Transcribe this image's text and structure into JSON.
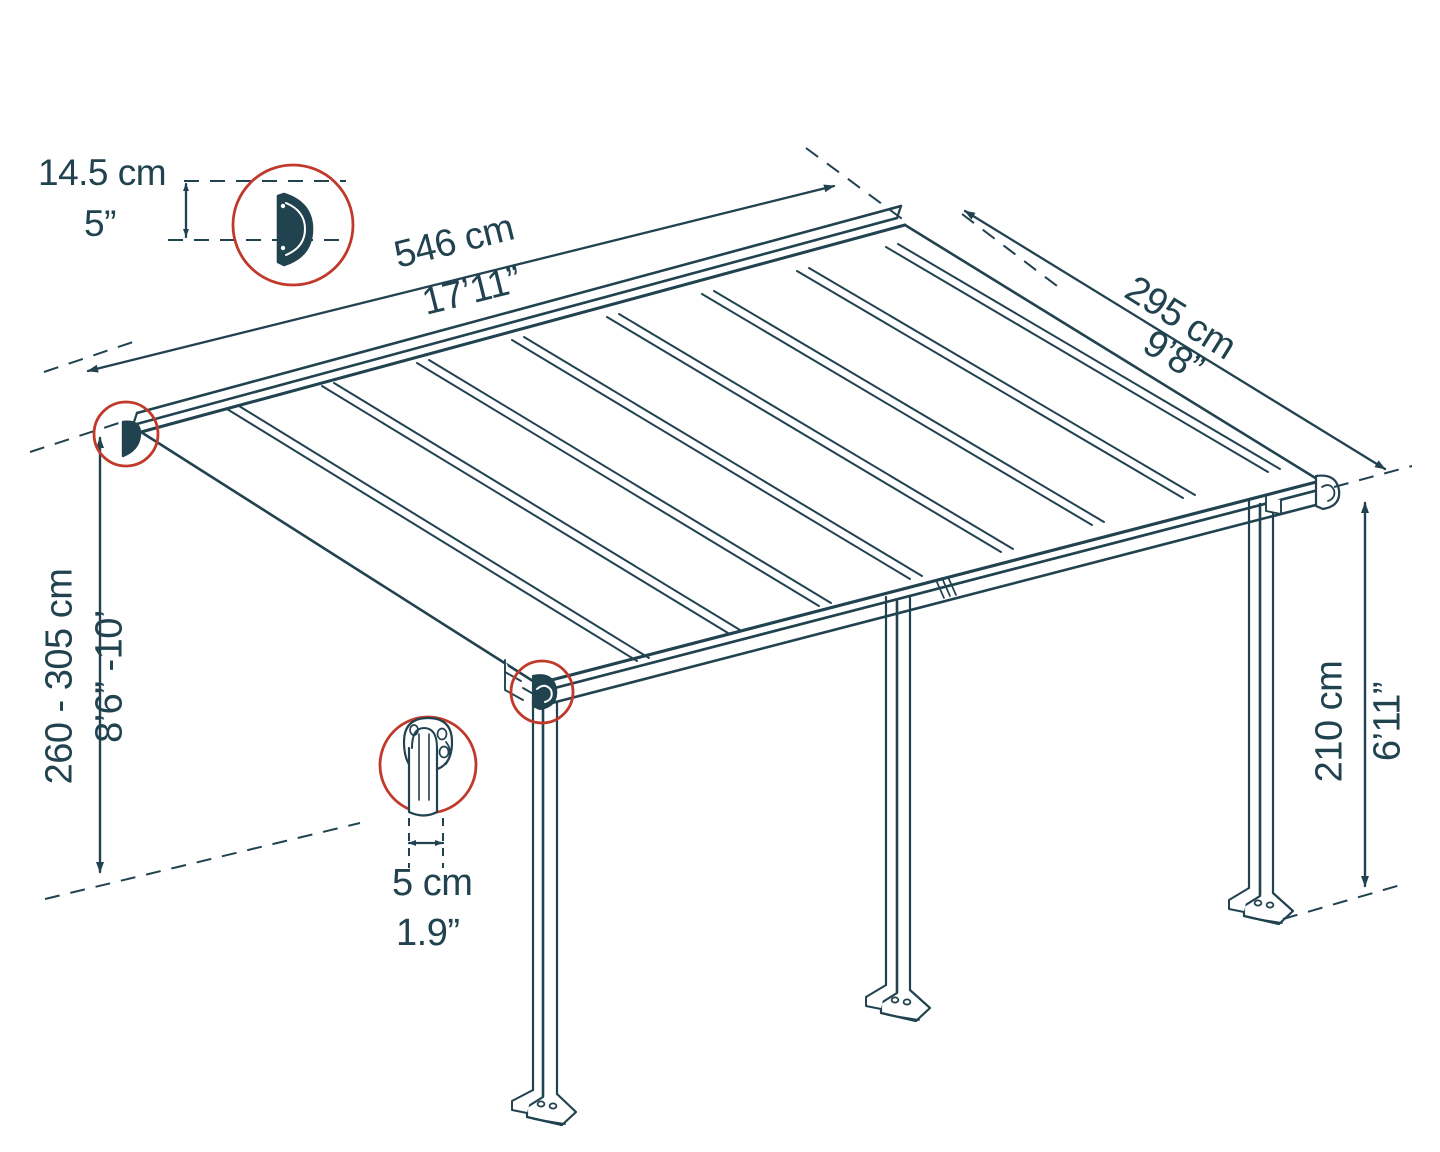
{
  "diagram": {
    "type": "technical-dimension-drawing",
    "subject": "patio-cover-awning",
    "colors": {
      "line": "#21424f",
      "text": "#21424f",
      "highlight_circle": "#c0392b",
      "background": "#ffffff"
    }
  },
  "dimensions": {
    "profile_height": {
      "metric": "14.5 cm",
      "imperial": "5”"
    },
    "width": {
      "metric": "546 cm",
      "imperial": "17’11”"
    },
    "depth": {
      "metric": "295 cm",
      "imperial": "9’8”"
    },
    "wall_height": {
      "metric": "260 - 305 cm",
      "imperial": "8’6” -10’"
    },
    "front_height": {
      "metric": "210 cm",
      "imperial": "6’11”"
    },
    "post_width": {
      "metric": "5 cm",
      "imperial": "1.9”"
    }
  },
  "details": [
    {
      "id": "beam-profile-detail",
      "label": "D-shaped beam end profile"
    },
    {
      "id": "wall-beam-detail",
      "label": "Wall mounted beam end"
    },
    {
      "id": "corner-joint-detail",
      "label": "Front corner post joint"
    },
    {
      "id": "post-profile-detail",
      "label": "Post cross-section profile"
    }
  ]
}
